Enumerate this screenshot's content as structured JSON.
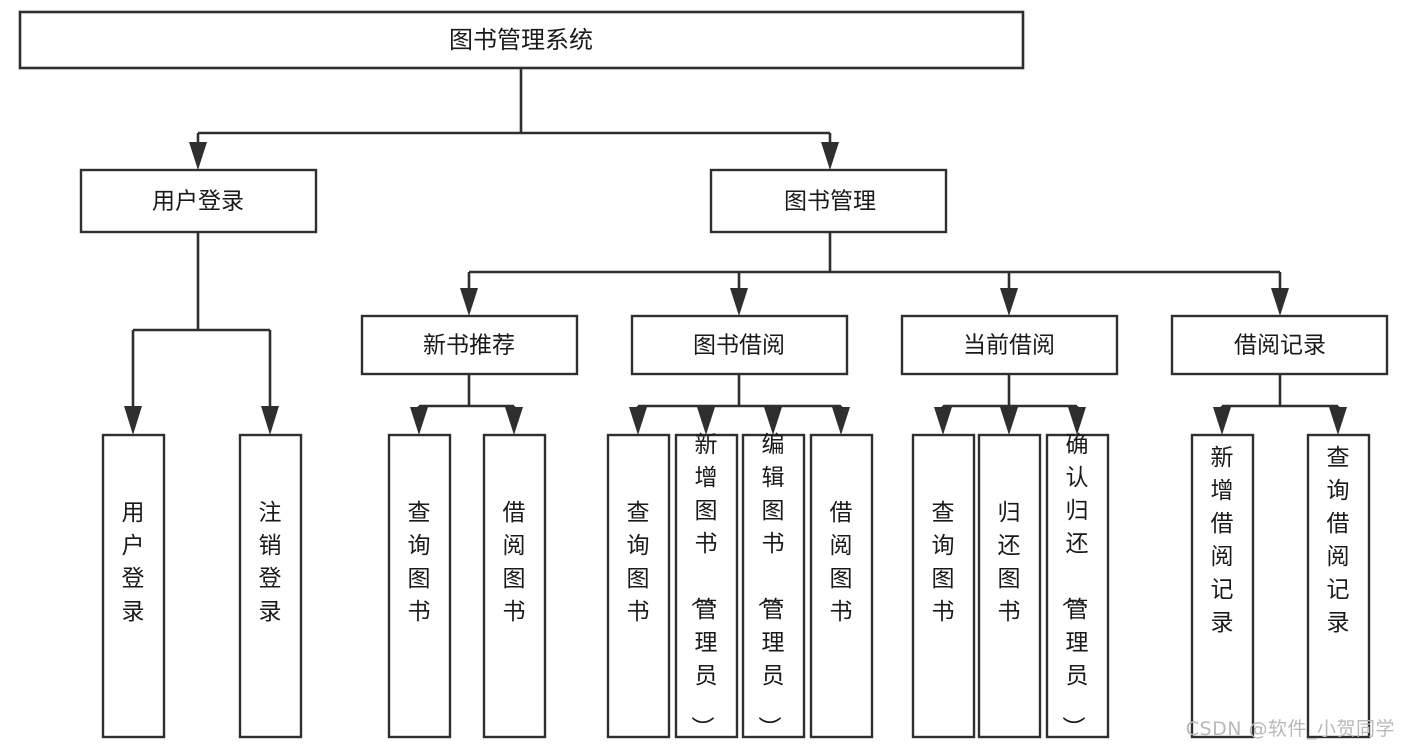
{
  "diagram": {
    "title": "图书管理系统",
    "type": "tree-hierarchy-diagram",
    "orientation": "top-down",
    "colors": {
      "box_fill": "#ffffff",
      "box_stroke": "#2f2f2f",
      "text": "#1a1a1a",
      "background": "#ffffff",
      "watermark": "#b9b9b9"
    },
    "root": {
      "label": "图书管理系统"
    },
    "level2": [
      {
        "label": "用户登录"
      },
      {
        "label": "图书管理"
      }
    ],
    "level3": [
      {
        "label": "新书推荐"
      },
      {
        "label": "图书借阅"
      },
      {
        "label": "当前借阅"
      },
      {
        "label": "借阅记录"
      }
    ],
    "leaves": {
      "user_login": [
        {
          "label": "用户登录"
        },
        {
          "label": "注销登录"
        }
      ],
      "new_book_recommend": [
        {
          "label": "查询图书"
        },
        {
          "label": "借阅图书"
        }
      ],
      "book_borrow": [
        {
          "label": "查询图书"
        },
        {
          "label": "新增图书（管理员）"
        },
        {
          "label": "编辑图书（管理员）"
        },
        {
          "label": "借阅图书"
        }
      ],
      "current_borrow": [
        {
          "label": "查询图书"
        },
        {
          "label": "归还图书"
        },
        {
          "label": "确认归还（管理员）"
        }
      ],
      "borrow_record": [
        {
          "label": "新增借阅记录"
        },
        {
          "label": "查询借阅记录"
        }
      ]
    }
  },
  "watermark": {
    "text": "CSDN @软件_小贺同学"
  }
}
